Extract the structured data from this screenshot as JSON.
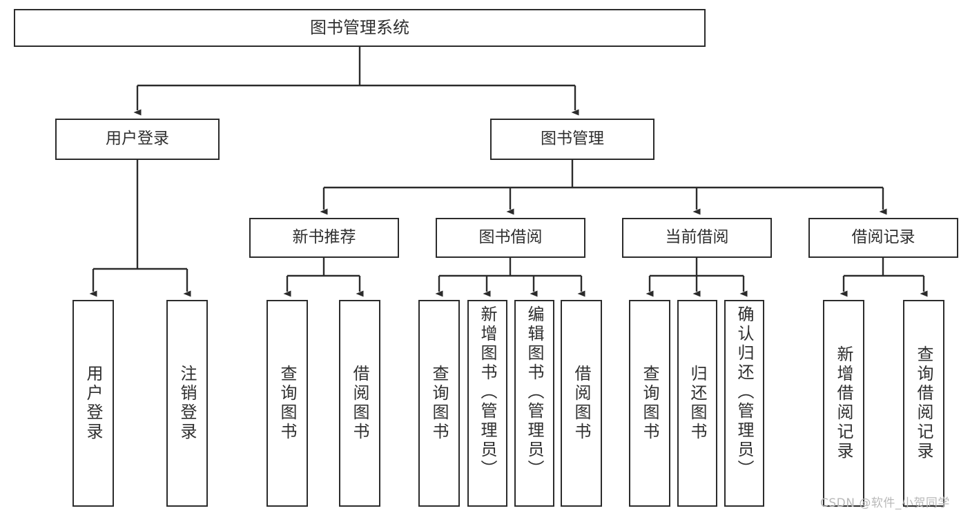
{
  "diagram": {
    "title": "图书管理系统",
    "type": "hierarchy-tree",
    "style": {
      "box_border_color": "#2b2b2b",
      "box_fill_color": "#ffffff",
      "text_color": "#2f2f2f",
      "connector_color": "#2b2b2b",
      "watermark_color": "#b9b9b9"
    },
    "nodes": {
      "root": {
        "label": "图书管理系统",
        "level": 0
      },
      "l1": [
        {
          "id": "user_login",
          "label": "用户登录",
          "level": 1
        },
        {
          "id": "book_manage",
          "label": "图书管理",
          "level": 1
        }
      ],
      "l2": [
        {
          "id": "new_book_rec",
          "label": "新书推荐",
          "level": 2,
          "parent": "book_manage"
        },
        {
          "id": "book_borrow",
          "label": "图书借阅",
          "level": 2,
          "parent": "book_manage"
        },
        {
          "id": "current_borrow",
          "label": "当前借阅",
          "level": 2,
          "parent": "book_manage"
        },
        {
          "id": "borrow_record",
          "label": "借阅记录",
          "level": 2,
          "parent": "book_manage"
        }
      ],
      "leaves": [
        {
          "id": "leaf_user_login",
          "label": "用户登录",
          "parent": "user_login",
          "vertical": true
        },
        {
          "id": "leaf_logout",
          "label": "注销登录",
          "parent": "user_login",
          "vertical": true
        },
        {
          "id": "leaf_query_book_1",
          "label": "查询图书",
          "parent": "new_book_rec",
          "vertical": true
        },
        {
          "id": "leaf_borrow_book_1",
          "label": "借阅图书",
          "parent": "new_book_rec",
          "vertical": true
        },
        {
          "id": "leaf_query_book_2",
          "label": "查询图书",
          "parent": "book_borrow",
          "vertical": true
        },
        {
          "id": "leaf_add_book",
          "label": "新增图书（管理员）",
          "parent": "book_borrow",
          "vertical": true
        },
        {
          "id": "leaf_edit_book",
          "label": "编辑图书（管理员）",
          "parent": "book_borrow",
          "vertical": true
        },
        {
          "id": "leaf_borrow_book_2",
          "label": "借阅图书",
          "parent": "book_borrow",
          "vertical": true
        },
        {
          "id": "leaf_query_book_3",
          "label": "查询图书",
          "parent": "current_borrow",
          "vertical": true
        },
        {
          "id": "leaf_return_book",
          "label": "归还图书",
          "parent": "current_borrow",
          "vertical": true
        },
        {
          "id": "leaf_confirm_return",
          "label": "确认归还（管理员）",
          "parent": "current_borrow",
          "vertical": true
        },
        {
          "id": "leaf_add_record",
          "label": "新增借阅记录",
          "parent": "borrow_record",
          "vertical": true
        },
        {
          "id": "leaf_query_record",
          "label": "查询借阅记录",
          "parent": "borrow_record",
          "vertical": true
        }
      ]
    },
    "watermark": "CSDN @软件_小贺同学"
  }
}
